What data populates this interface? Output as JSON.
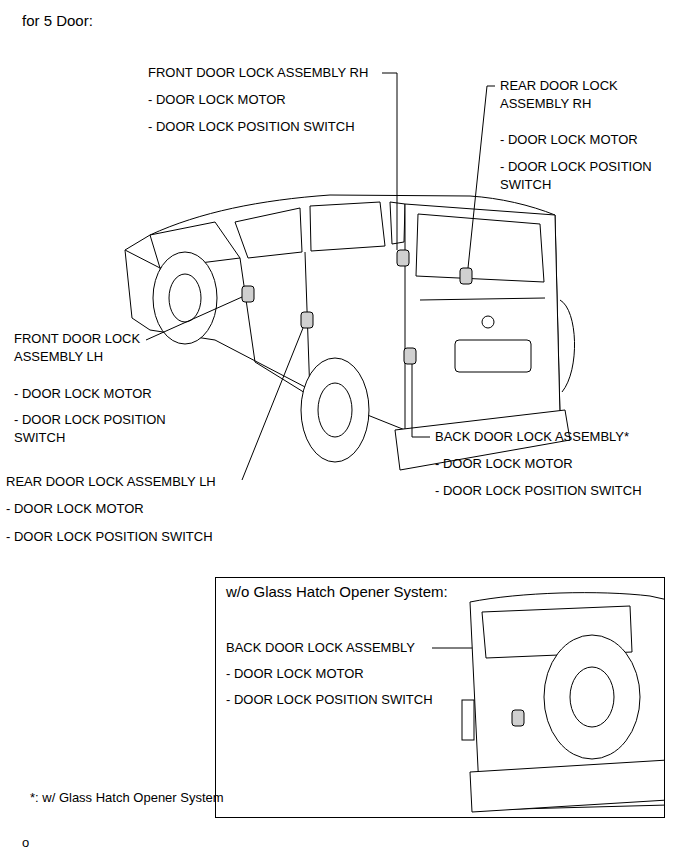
{
  "diagram": {
    "title": "for 5 Door:",
    "nodes": [
      {
        "text": [
          "w/o Glass Hatch Opener System:",
          "BACK DOOR LOCK ASSEMBLY",
          "- DOOR LOCK MOTOR",
          "- DOOR LOCK POSITION SWITCH"
        ]
      }
    ],
    "labels": [
      "FRONT DOOR LOCK ASSEMBLY RH",
      "- DOOR LOCK MOTOR",
      "- DOOR LOCK POSITION SWITCH",
      "REAR DOOR LOCK ASSEMBLY RH",
      "- DOOR LOCK MOTOR",
      "- DOOR LOCK POSITION SWITCH",
      "FRONT DOOR LOCK ASSEMBLY LH",
      "- DOOR LOCK MOTOR",
      "- DOOR LOCK POSITION SWITCH",
      "BACK DOOR LOCK ASSEMBLY*",
      "- DOOR LOCK MOTOR",
      "- DOOR LOCK POSITION SWITCH",
      "REAR DOOR LOCK ASSEMBLY LH",
      "- DOOR LOCK MOTOR",
      "- DOOR LOCK POSITION SWITCH",
      "*: w/ Glass Hatch Opener System",
      "o"
    ]
  }
}
